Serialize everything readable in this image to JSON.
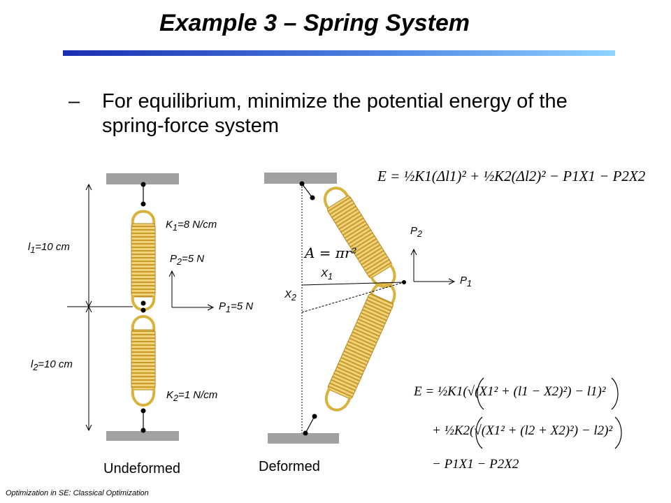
{
  "slide": {
    "title": "Example 3 – Spring System",
    "bullet_dash": "–",
    "bullet_text": "For equilibrium, minimize the potential energy of the spring-force system",
    "footer": "Optimization in SE: Classical Optimization"
  },
  "undeformed": {
    "caption": "Undeformed",
    "l1": "l1=10 cm",
    "l2": "l2=10 cm",
    "k1": "K1=8 N/cm",
    "k2": "K2=1 N/cm",
    "p2": "P2=5 N",
    "p1": "P1=5 N"
  },
  "deformed": {
    "caption": "Deformed",
    "area_formula": "A = πr²",
    "x1": "X1",
    "x2": "X2",
    "p2": "P2",
    "p1": "P1"
  },
  "equations": {
    "energy_1": "E = ½K1(Δl1)² + ½K2(Δl2)² − P1X1 − P2X2",
    "energy_2_line1": "E = ½K1(√(X1² + (l1 − X2)²) − l1)²",
    "energy_2_line2": "+ ½K2(√(X1² + (l2 + X2)²) − l2)²",
    "energy_2_line3": "− P1X1 − P2X2"
  },
  "colors": {
    "spring_gold": "#d9b23c",
    "wall_gray": "#a0a0a0",
    "title_rule_start": "#1a2fb0",
    "title_rule_end": "#8fd2ff"
  }
}
